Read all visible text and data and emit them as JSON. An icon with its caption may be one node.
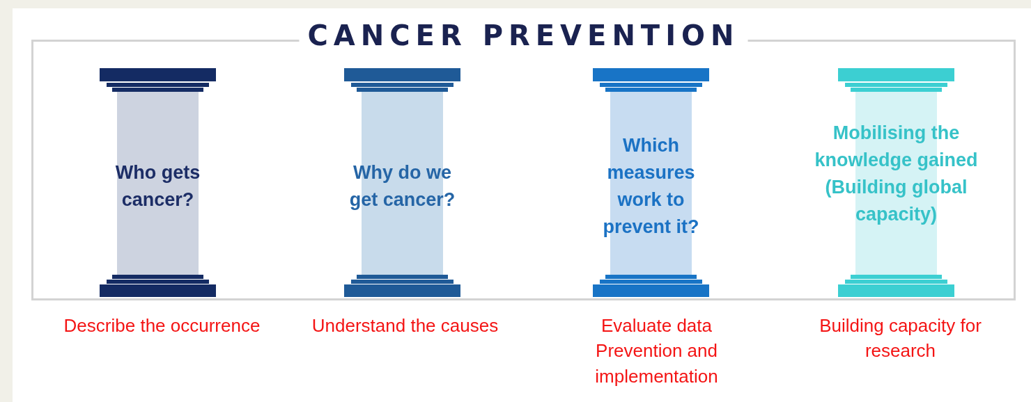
{
  "diagram": {
    "nodes": [
      {
        "text": [
          "CANCER PREVENTION"
        ]
      },
      {
        "text": [
          "Who gets cancer?"
        ],
        "in": 0,
        "beside": [
          "Describe the occurrence"
        ]
      },
      {
        "text": [
          "Why do we get cancer?"
        ],
        "in": 0,
        "beside": [
          "Understand the causes"
        ]
      },
      {
        "text": [
          "Which measures work to prevent it?"
        ],
        "in": 0,
        "beside": [
          "Evaluate data",
          "Prevention and implementation"
        ]
      },
      {
        "text": [
          "Mobilising the knowledge gained (Building global capacity)"
        ],
        "in": 0,
        "beside": [
          "Building capacity for research"
        ]
      }
    ]
  }
}
